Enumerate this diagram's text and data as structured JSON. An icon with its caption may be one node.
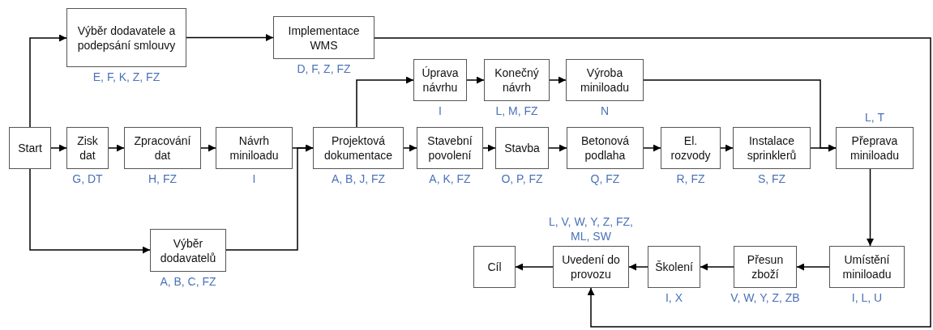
{
  "diagram": {
    "nodes": [
      {
        "text": [
          "Výběr dodavatele a podepsání smlouvy"
        ],
        "beside": [
          "E, F, K, Z, FZ"
        ]
      },
      {
        "text": [
          "Implementace WMS"
        ],
        "beside": [
          "D, F, Z, FZ"
        ]
      },
      {
        "text": [
          "Úprava návrhu"
        ],
        "beside": [
          "I"
        ]
      },
      {
        "text": [
          "Konečný návrh"
        ],
        "beside": [
          "L, M, FZ"
        ]
      },
      {
        "text": [
          "Výroba miniloadu"
        ],
        "beside": [
          "N"
        ]
      },
      {
        "text": [
          "Start"
        ]
      },
      {
        "text": [
          "Zisk dat"
        ],
        "beside": [
          "G, DT"
        ]
      },
      {
        "text": [
          "Zpracování dat"
        ],
        "beside": [
          "H, FZ"
        ]
      },
      {
        "text": [
          "Návrh miniloadu"
        ],
        "beside": [
          "I"
        ]
      },
      {
        "text": [
          "Projektová dokumentace"
        ],
        "beside": [
          "A, B, J, FZ"
        ]
      },
      {
        "text": [
          "Stavební povolení"
        ],
        "beside": [
          "A, K, FZ"
        ]
      },
      {
        "text": [
          "Stavba"
        ],
        "beside": [
          "O, P, FZ"
        ]
      },
      {
        "text": [
          "Betonová podlaha"
        ],
        "beside": [
          "Q, FZ"
        ]
      },
      {
        "text": [
          "El. rozvody"
        ],
        "beside": [
          "R, FZ"
        ]
      },
      {
        "text": [
          "Instalace sprinklerů"
        ],
        "beside": [
          "S, FZ"
        ]
      },
      {
        "text": [
          "Přeprava miniloadu"
        ],
        "beside": [
          "L, T"
        ]
      },
      {
        "text": [
          "Výběr dodavatelů"
        ],
        "beside": [
          "A, B, C, FZ"
        ]
      },
      {
        "text": [
          "Cíl"
        ]
      },
      {
        "text": [
          "Uvedení do provozu"
        ],
        "beside": [
          "L, V, W, Y, Z, FZ, ML, SW"
        ]
      },
      {
        "text": [
          "Školení"
        ],
        "beside": [
          "I, X"
        ]
      },
      {
        "text": [
          "Přesun zboží"
        ],
        "beside": [
          "V, W, Y, Z, ZB"
        ]
      },
      {
        "text": [
          "Umístění miniloadu"
        ],
        "beside": [
          "I, L, U"
        ]
      }
    ],
    "edges": [
      {
        "from": 5,
        "to": 0,
        "arrow": "to"
      },
      {
        "from": 0,
        "to": 1,
        "arrow": "to"
      },
      {
        "from": 1,
        "to": 18,
        "arrow": "to"
      },
      {
        "from": 5,
        "to": 6,
        "arrow": "to"
      },
      {
        "from": 6,
        "to": 7,
        "arrow": "to"
      },
      {
        "from": 7,
        "to": 8,
        "arrow": "to"
      },
      {
        "from": 8,
        "to": 9,
        "arrow": "to"
      },
      {
        "from": 5,
        "to": 16,
        "arrow": "to"
      },
      {
        "from": 16,
        "to": 9,
        "arrow": "to"
      },
      {
        "from": 9,
        "to": 2,
        "arrow": "to"
      },
      {
        "from": 2,
        "to": 3,
        "arrow": "to"
      },
      {
        "from": 3,
        "to": 4,
        "arrow": "to"
      },
      {
        "from": 4,
        "to": 15,
        "arrow": "to"
      },
      {
        "from": 9,
        "to": 10,
        "arrow": "to"
      },
      {
        "from": 10,
        "to": 11,
        "arrow": "to"
      },
      {
        "from": 11,
        "to": 12,
        "arrow": "to"
      },
      {
        "from": 12,
        "to": 13,
        "arrow": "to"
      },
      {
        "from": 13,
        "to": 14,
        "arrow": "to"
      },
      {
        "from": 14,
        "to": 15,
        "arrow": "to"
      },
      {
        "from": 15,
        "to": 21,
        "arrow": "to"
      },
      {
        "from": 21,
        "to": 20,
        "arrow": "to"
      },
      {
        "from": 20,
        "to": 19,
        "arrow": "to"
      },
      {
        "from": 19,
        "to": 18,
        "arrow": "to"
      },
      {
        "from": 18,
        "to": 17,
        "arrow": "to"
      }
    ]
  }
}
